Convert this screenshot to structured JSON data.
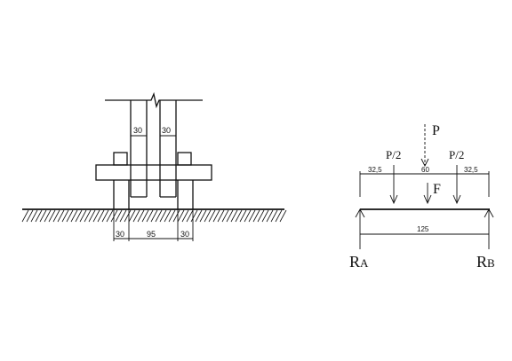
{
  "left_drawing": {
    "gap_labels": [
      "30",
      "30"
    ],
    "base_dims": [
      "30",
      "95",
      "30"
    ]
  },
  "right_drawing": {
    "load_total": "P",
    "load_half_left": "P/2",
    "load_half_right": "P/2",
    "load_distributed": "F",
    "top_dims": [
      "32,5",
      "60",
      "32,5"
    ],
    "span_dim": "125",
    "reaction_a": {
      "main": "R",
      "sub": "A"
    },
    "reaction_b": {
      "main": "R",
      "sub": "B"
    }
  },
  "colors": {
    "ink": "#111111",
    "paper": "#ffffff"
  }
}
